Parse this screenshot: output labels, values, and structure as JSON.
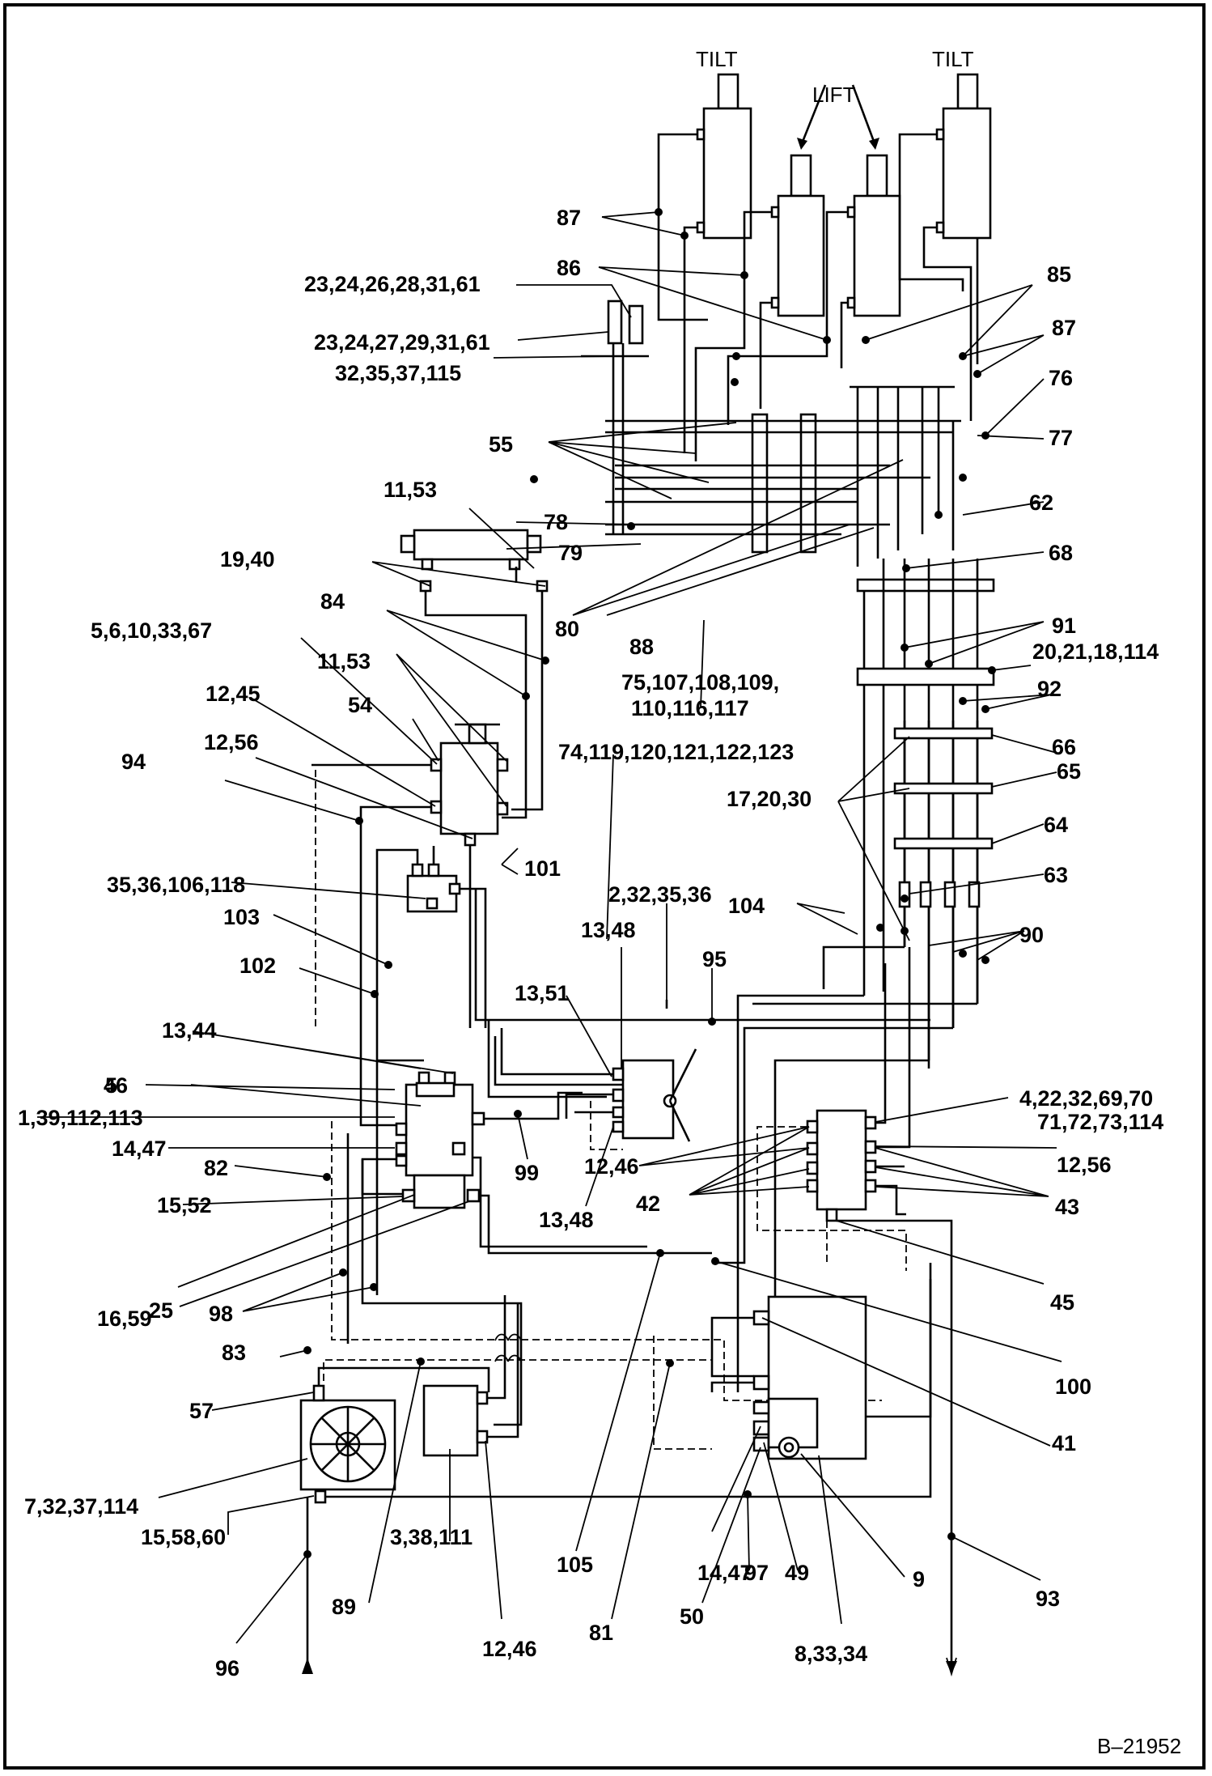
{
  "diagram": {
    "figure_id": "B–21952",
    "headings": {
      "tilt_left": "TILT",
      "lift": "LIFT",
      "tilt_right": "TILT"
    },
    "callouts": [
      "87",
      "86",
      "23,24,26,28,31,61",
      "85",
      "23,24,27,29,31,61",
      "87",
      "32,35,37,115",
      "76",
      "55",
      "77",
      "11,53",
      "62",
      "78",
      "79",
      "68",
      "19,40",
      "80",
      "88",
      "84",
      "91",
      "5,6,10,33,67",
      "20,21,18,114",
      "11,53",
      "75,107,108,109,",
      "110,116,117",
      "92",
      "12,45",
      "54",
      "66",
      "12,56",
      "65",
      "94",
      "74,119,120,121,122,123",
      "17,20,30",
      "64",
      "101",
      "63",
      "35,36,106,118",
      "2,32,35,36",
      "104",
      "103",
      "13,48",
      "95",
      "90",
      "102",
      "13,51",
      "13,44",
      "5",
      "46",
      "4,22,32,69,70",
      "71,72,73,114",
      "1,39,112,113",
      "14,47",
      "12,56",
      "82",
      "99",
      "12,46",
      "15,52",
      "42",
      "43",
      "13,48",
      "45",
      "25",
      "16,59",
      "98",
      "83",
      "100",
      "57",
      "41",
      "7,32,37,114",
      "15,58,60",
      "3,38,111",
      "105",
      "14,47",
      "97",
      "49",
      "9",
      "93",
      "89",
      "50",
      "12,46",
      "81",
      "8,33,34",
      "96"
    ]
  }
}
